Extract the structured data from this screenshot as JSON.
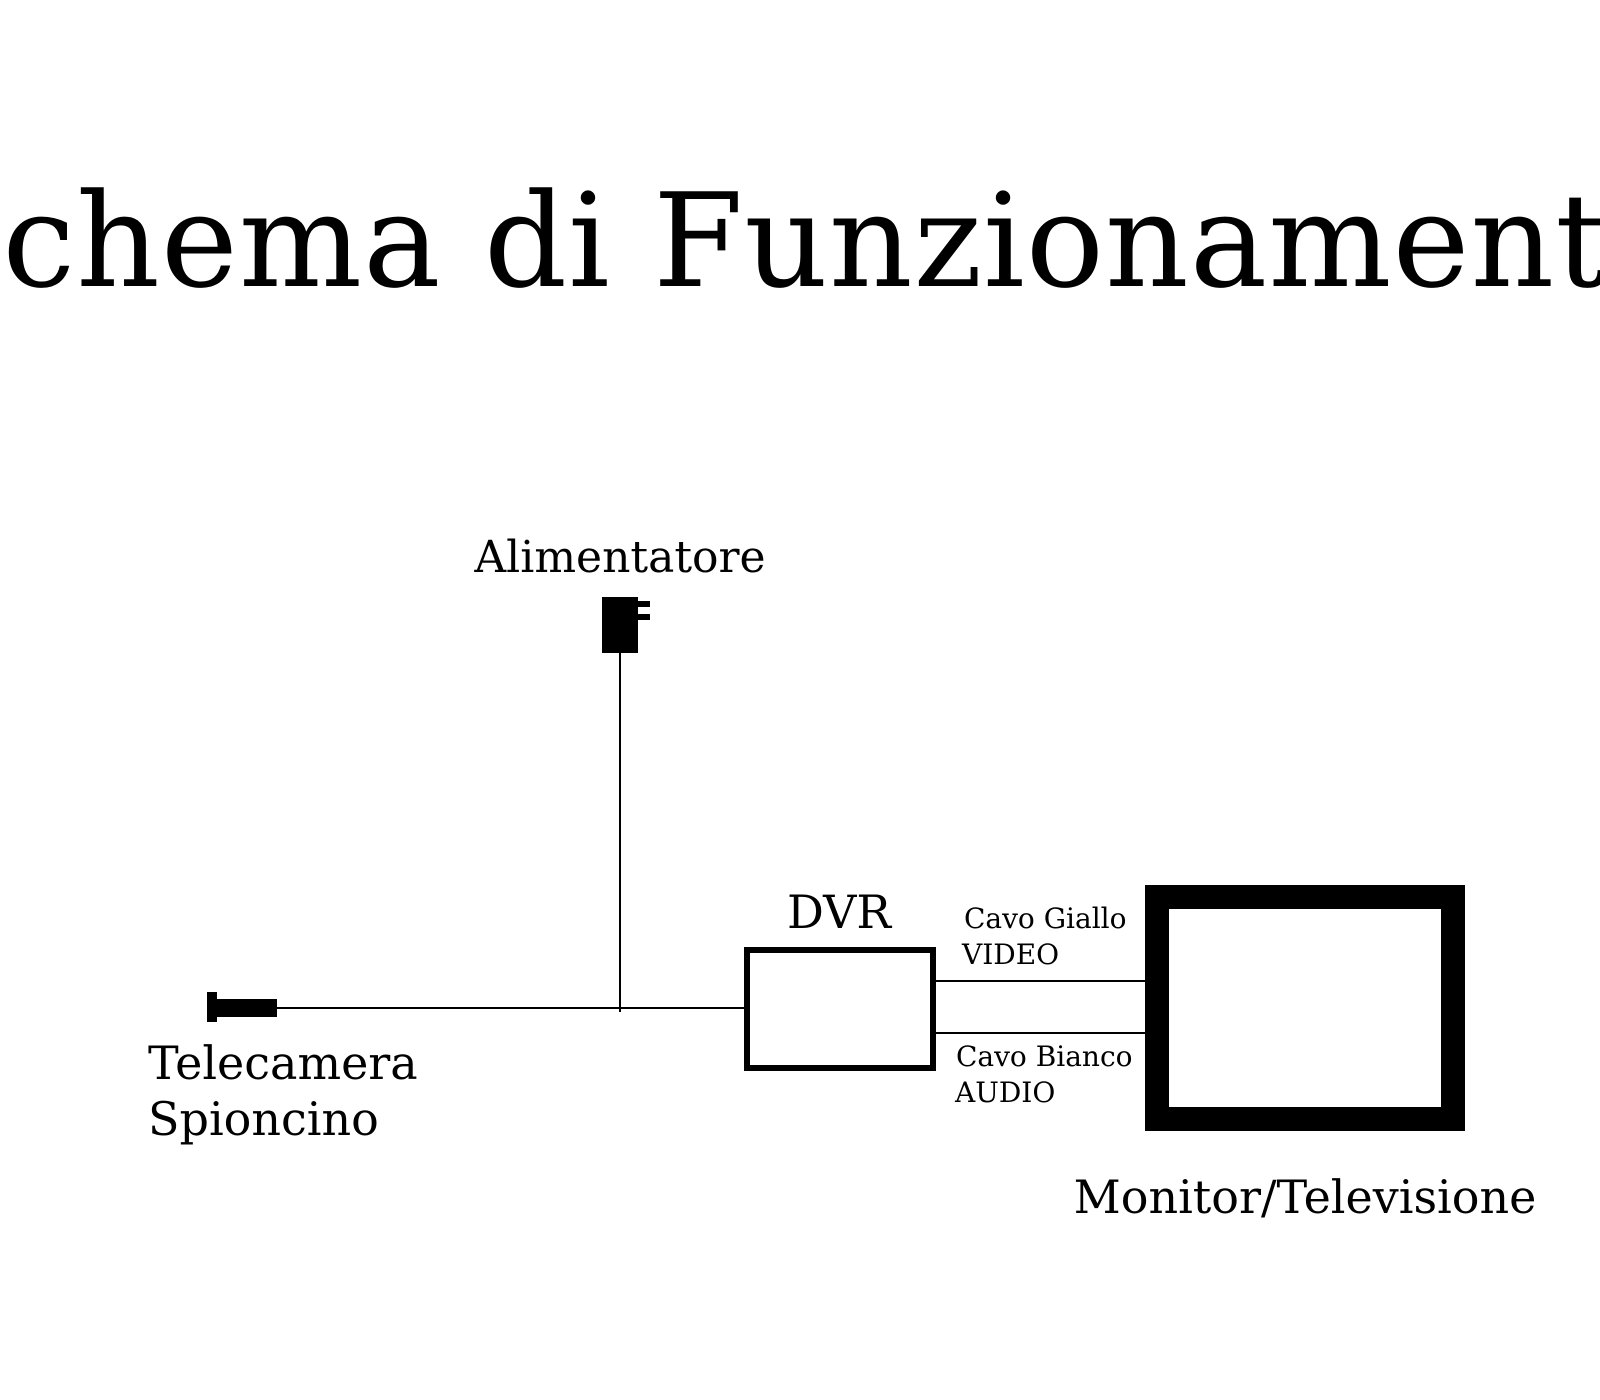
{
  "title": "Schema di Funzionamento",
  "power_supply": {
    "label": "Alimentatore"
  },
  "camera": {
    "label_line1": "Telecamera",
    "label_line2": "Spioncino"
  },
  "dvr": {
    "label": "DVR"
  },
  "video_cable": {
    "label_line1": "Cavo Giallo",
    "label_line2": "VIDEO"
  },
  "audio_cable": {
    "label_line1": "Cavo Bianco",
    "label_line2": "AUDIO"
  },
  "monitor": {
    "label": "Monitor/Televisione"
  },
  "colors": {
    "ink": "#000000",
    "background": "#ffffff"
  }
}
